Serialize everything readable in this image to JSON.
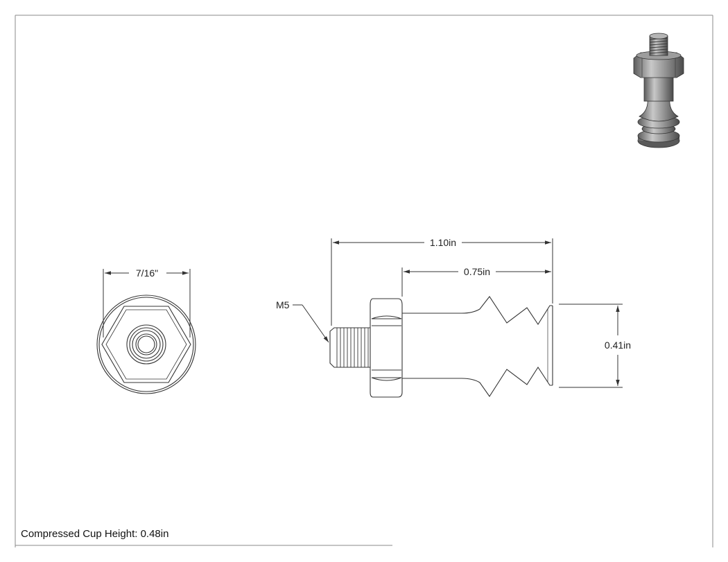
{
  "dimensions": {
    "hex_width": "7/16\"",
    "overall_length": "1.10in",
    "cup_length": "0.75in",
    "cup_diameter": "0.41in"
  },
  "callouts": {
    "thread": "M5"
  },
  "notes": {
    "compressed_height": "Compressed Cup Height: 0.48in"
  },
  "colors": {
    "line": "#333333",
    "render_body": "#8c8c8c"
  }
}
